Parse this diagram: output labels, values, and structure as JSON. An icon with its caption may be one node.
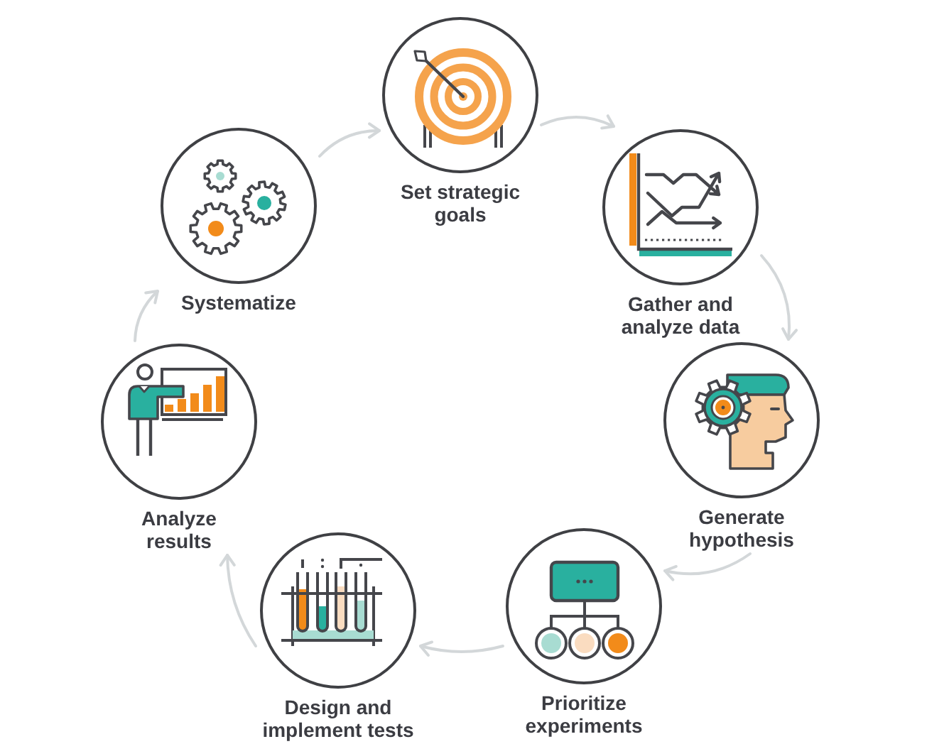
{
  "diagram": {
    "nodes": [
      {
        "text": [
          "Set strategic goals"
        ]
      },
      {
        "text": [
          "Gather and analyze data"
        ]
      },
      {
        "text": [
          "Generate hypothesis"
        ]
      },
      {
        "text": [
          "Prioritize experiments"
        ]
      },
      {
        "text": [
          "Design and implement tests"
        ]
      },
      {
        "text": [
          "Analyze results"
        ]
      },
      {
        "text": [
          "Systematize"
        ]
      }
    ],
    "edges": [
      {
        "from": 0,
        "to": 1,
        "arrow": "to"
      },
      {
        "from": 1,
        "to": 2,
        "arrow": "to"
      },
      {
        "from": 2,
        "to": 3,
        "arrow": "to"
      },
      {
        "from": 3,
        "to": 4,
        "arrow": "to"
      },
      {
        "from": 4,
        "to": 5,
        "arrow": "to"
      },
      {
        "from": 5,
        "to": 6,
        "arrow": "to"
      },
      {
        "from": 6,
        "to": 0,
        "arrow": "to"
      }
    ]
  }
}
